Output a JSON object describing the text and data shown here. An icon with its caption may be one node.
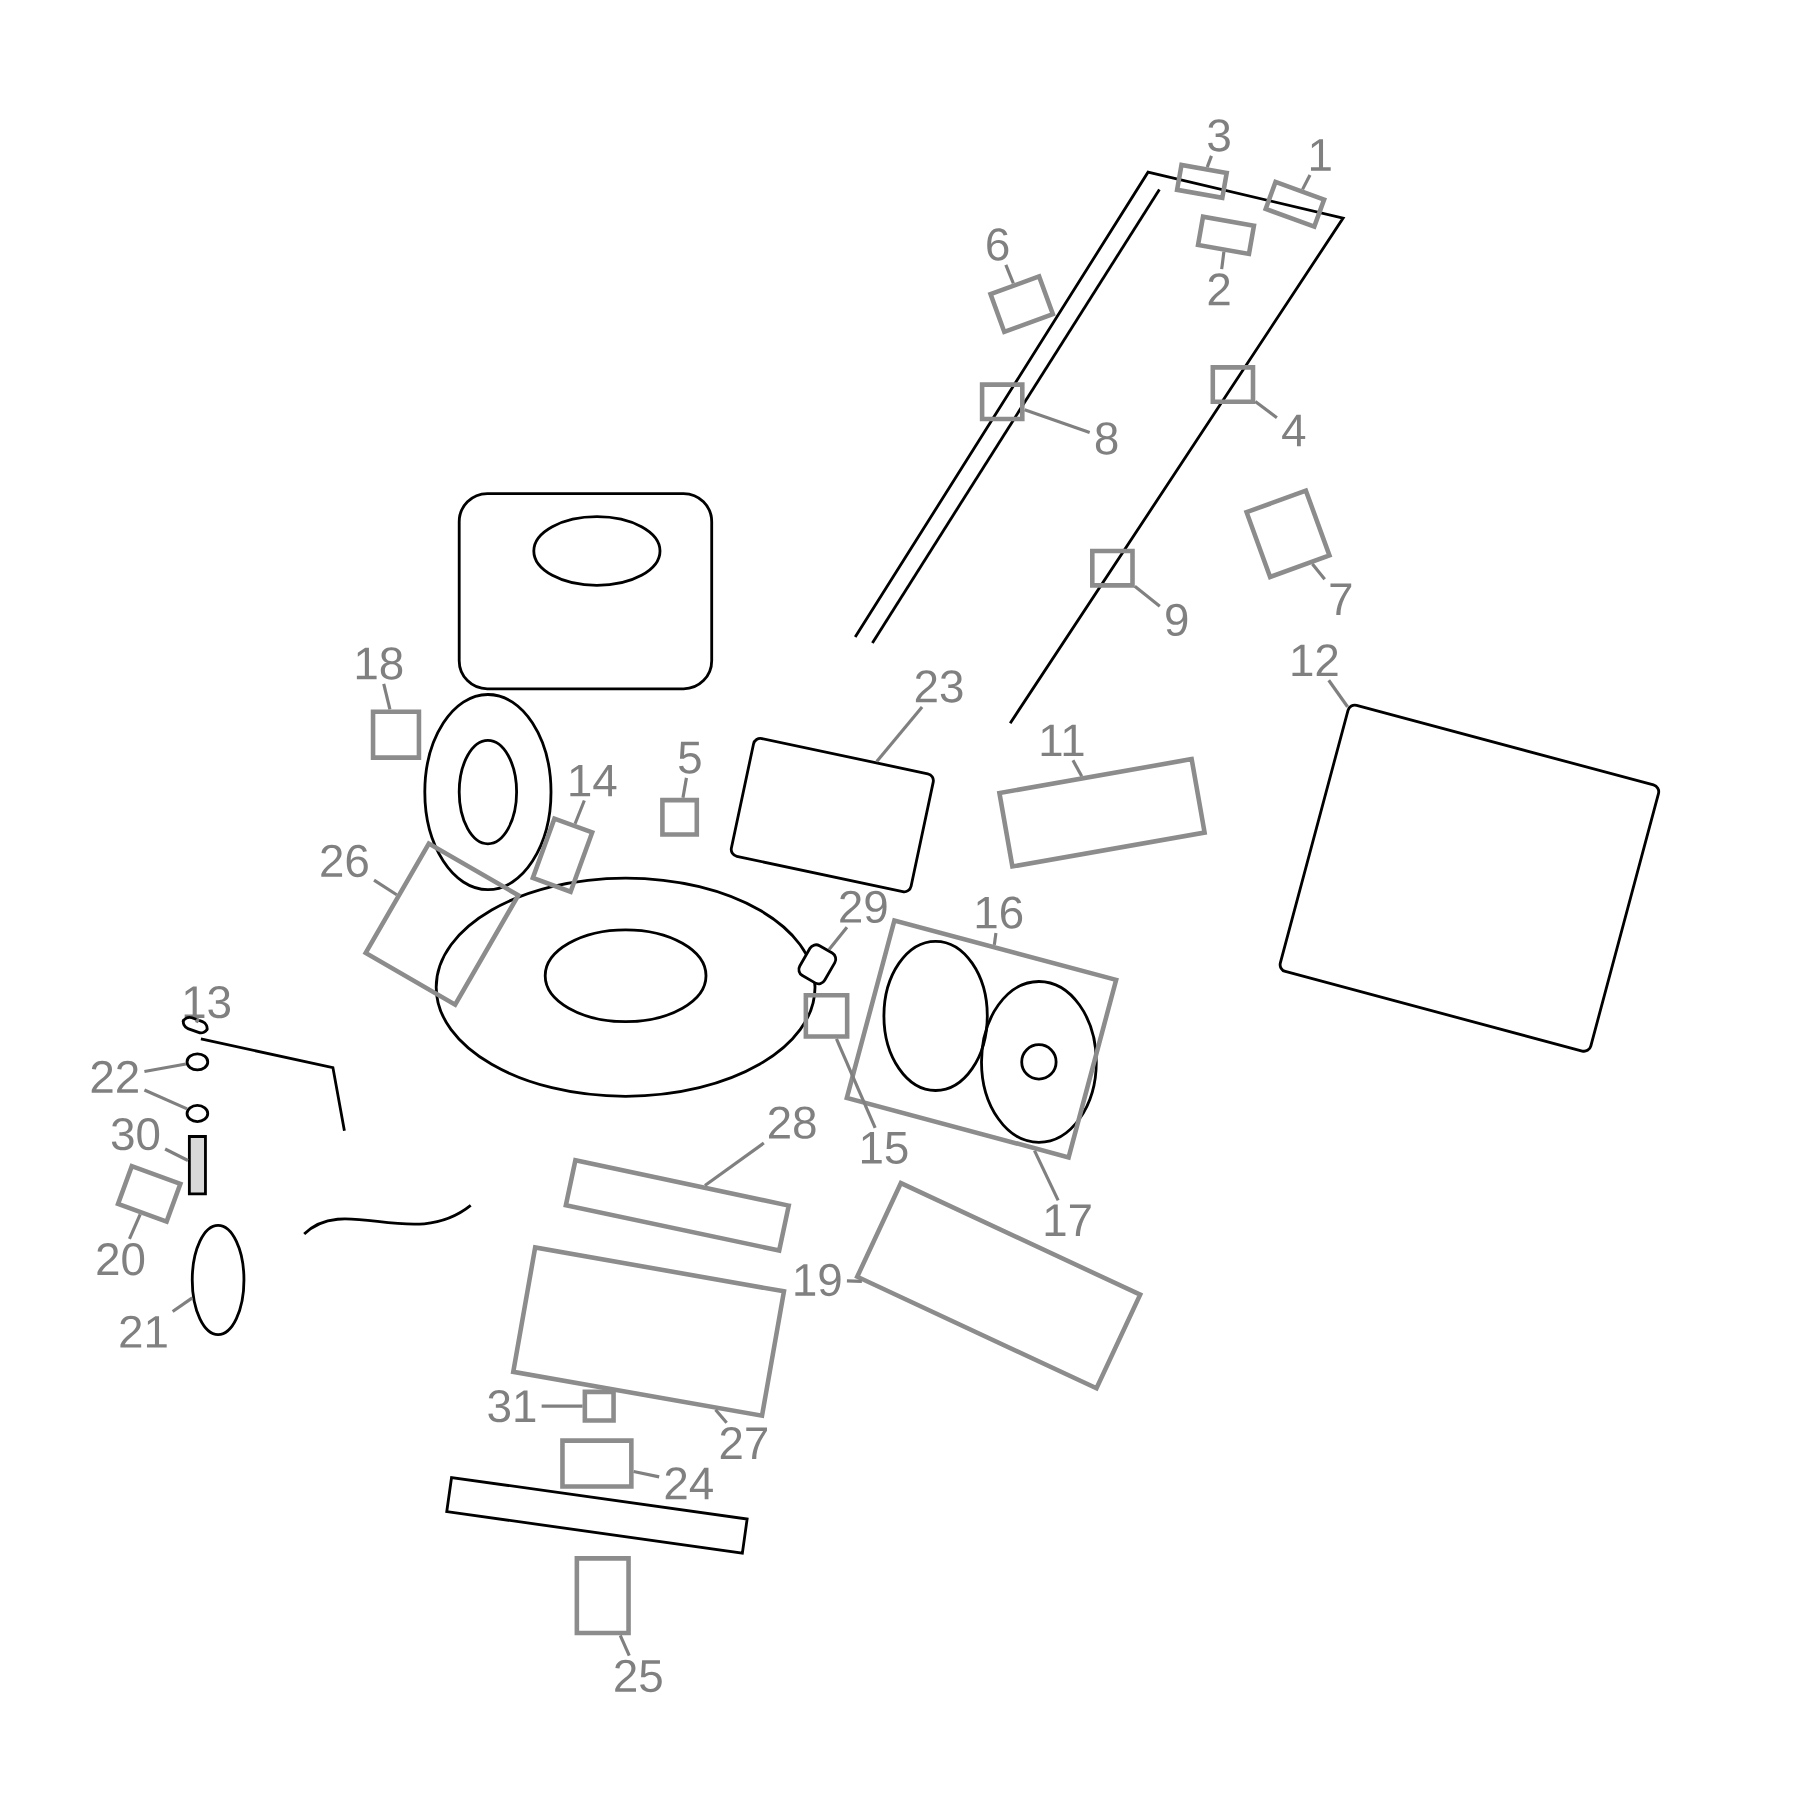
{
  "diagram": {
    "nodes": [
      {
        "text": [
          "1"
        ]
      },
      {
        "text": [
          "2"
        ]
      },
      {
        "text": [
          "3"
        ]
      },
      {
        "text": [
          "4"
        ]
      },
      {
        "text": [
          "5"
        ]
      },
      {
        "text": [
          "6"
        ]
      },
      {
        "text": [
          "7"
        ]
      },
      {
        "text": [
          "8"
        ]
      },
      {
        "text": [
          "9"
        ]
      },
      {
        "text": [
          "11"
        ]
      },
      {
        "text": [
          "12"
        ]
      },
      {
        "text": [
          "13"
        ]
      },
      {
        "text": [
          "14"
        ]
      },
      {
        "text": [
          "15"
        ]
      },
      {
        "text": [
          "16"
        ]
      },
      {
        "text": [
          "17"
        ]
      },
      {
        "text": [
          "18"
        ]
      },
      {
        "text": [
          "19"
        ]
      },
      {
        "text": [
          "20"
        ]
      },
      {
        "text": [
          "21"
        ]
      },
      {
        "text": [
          "22"
        ]
      },
      {
        "text": [
          "23"
        ]
      },
      {
        "text": [
          "24"
        ]
      },
      {
        "text": [
          "25"
        ]
      },
      {
        "text": [
          "26"
        ]
      },
      {
        "text": [
          "27"
        ]
      },
      {
        "text": [
          "28"
        ]
      },
      {
        "text": [
          "29"
        ]
      },
      {
        "text": [
          "30"
        ]
      },
      {
        "text": [
          "31"
        ]
      },
      {
        "text": [],
        "shape": "box"
      },
      {
        "text": [],
        "shape": "box"
      },
      {
        "text": [],
        "shape": "box"
      },
      {
        "text": [],
        "shape": "box"
      },
      {
        "text": [],
        "shape": "box"
      },
      {
        "text": [],
        "shape": "box"
      },
      {
        "text": [],
        "shape": "box"
      },
      {
        "text": [],
        "shape": "box"
      },
      {
        "text": [],
        "shape": "box"
      },
      {
        "text": [],
        "shape": "box"
      },
      {
        "text": [],
        "shape": "picture"
      },
      {
        "text": [],
        "shape": "picture"
      },
      {
        "text": [],
        "shape": "box"
      },
      {
        "text": [],
        "shape": "box"
      },
      {
        "text": [],
        "shape": "box"
      },
      {
        "text": [],
        "shape": "box"
      },
      {
        "text": [],
        "shape": "box"
      },
      {
        "text": [],
        "shape": "box"
      },
      {
        "text": [],
        "shape": "circle"
      },
      {
        "text": [],
        "shape": "circle"
      },
      {
        "text": [],
        "shape": "circle"
      },
      {
        "text": [],
        "shape": "picture"
      },
      {
        "text": [],
        "shape": "box"
      },
      {
        "text": [],
        "shape": "box"
      },
      {
        "text": [],
        "shape": "box"
      },
      {
        "text": [],
        "shape": "box"
      },
      {
        "text": [],
        "shape": "box"
      },
      {
        "text": [],
        "shape": "picture"
      },
      {
        "text": [],
        "shape": "bar"
      },
      {
        "text": [],
        "shape": "box"
      }
    ],
    "edges": [
      {
        "from": 0,
        "to": 30,
        "arrow": "none"
      },
      {
        "from": 1,
        "to": 31,
        "arrow": "none"
      },
      {
        "from": 2,
        "to": 32,
        "arrow": "none"
      },
      {
        "from": 3,
        "to": 33,
        "arrow": "none"
      },
      {
        "from": 4,
        "to": 34,
        "arrow": "none"
      },
      {
        "from": 5,
        "to": 35,
        "arrow": "none"
      },
      {
        "from": 6,
        "to": 36,
        "arrow": "none"
      },
      {
        "from": 7,
        "to": 37,
        "arrow": "none"
      },
      {
        "from": 8,
        "to": 38,
        "arrow": "none"
      },
      {
        "from": 9,
        "to": 39,
        "arrow": "none"
      },
      {
        "from": 10,
        "to": 40,
        "arrow": "none"
      },
      {
        "from": 11,
        "to": 41,
        "arrow": "none"
      },
      {
        "from": 12,
        "to": 42,
        "arrow": "none"
      },
      {
        "from": 13,
        "to": 43,
        "arrow": "none"
      },
      {
        "from": 14,
        "to": 44,
        "arrow": "none"
      },
      {
        "from": 15,
        "to": 44,
        "arrow": "none"
      },
      {
        "from": 16,
        "to": 45,
        "arrow": "none"
      },
      {
        "from": 17,
        "to": 46,
        "arrow": "none"
      },
      {
        "from": 18,
        "to": 47,
        "arrow": "none"
      },
      {
        "from": 19,
        "to": 48,
        "arrow": "none"
      },
      {
        "from": 20,
        "to": 49,
        "arrow": "none"
      },
      {
        "from": 20,
        "to": 50,
        "arrow": "none"
      },
      {
        "from": 21,
        "to": 51,
        "arrow": "none"
      },
      {
        "from": 22,
        "to": 52,
        "arrow": "none"
      },
      {
        "from": 23,
        "to": 53,
        "arrow": "none"
      },
      {
        "from": 24,
        "to": 54,
        "arrow": "none"
      },
      {
        "from": 25,
        "to": 55,
        "arrow": "none"
      },
      {
        "from": 26,
        "to": 56,
        "arrow": "none"
      },
      {
        "from": 27,
        "to": 57,
        "arrow": "none"
      },
      {
        "from": 28,
        "to": 58,
        "arrow": "none"
      },
      {
        "from": 29,
        "to": 59,
        "arrow": "none"
      }
    ]
  }
}
